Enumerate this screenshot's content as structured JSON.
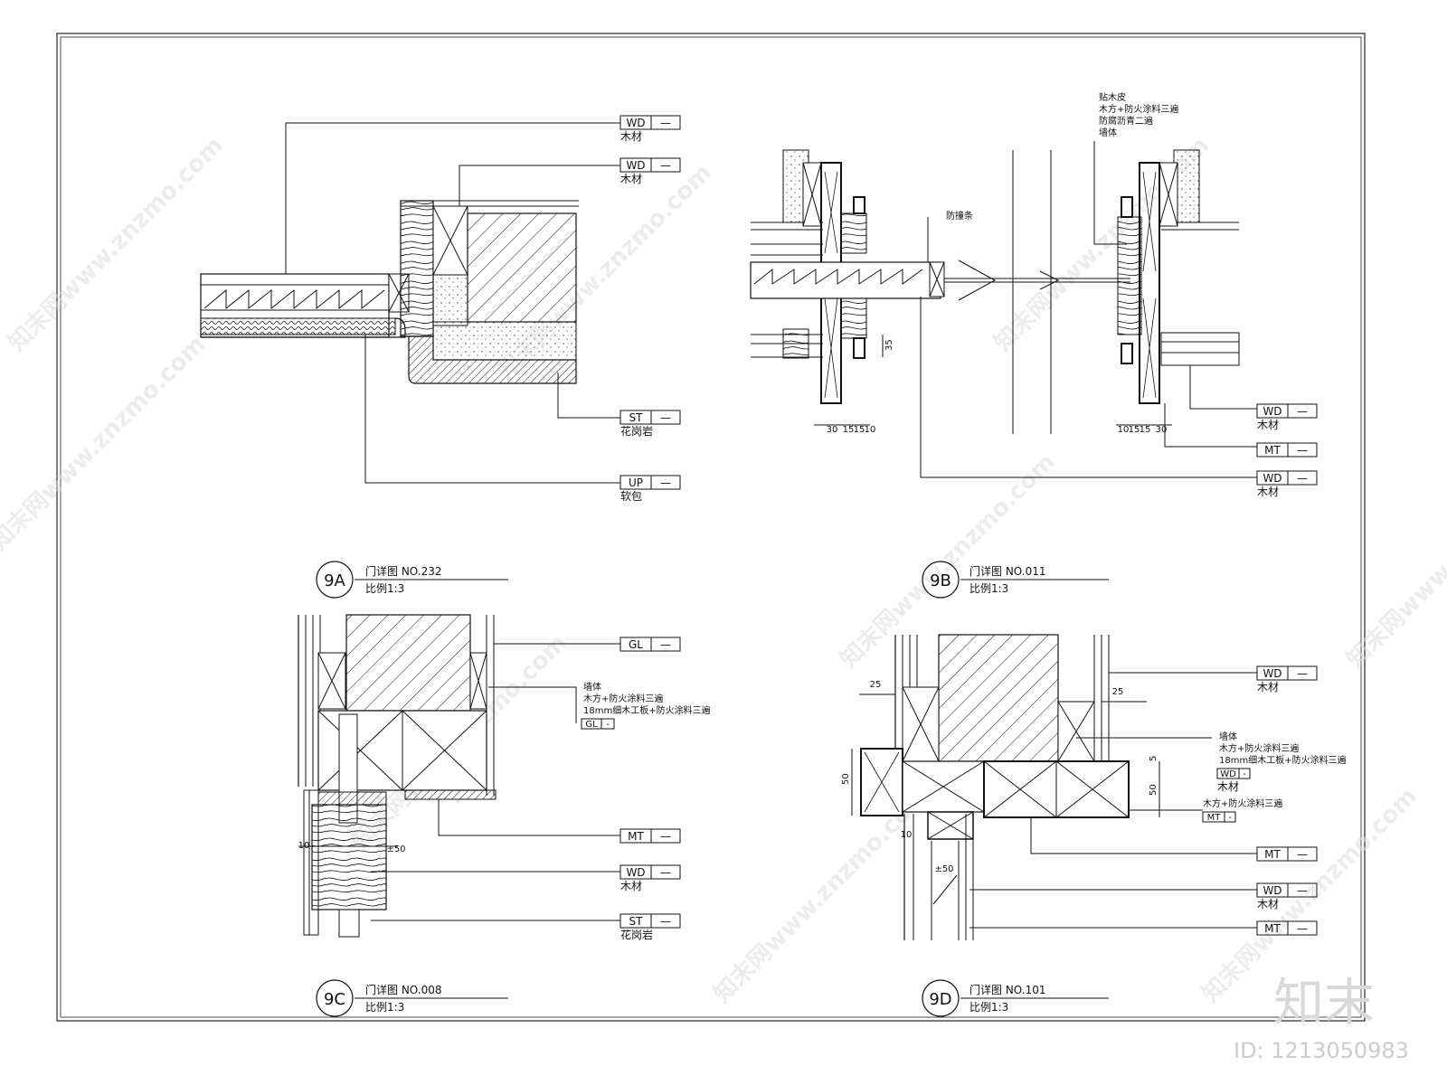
{
  "tags": {
    "a1": {
      "code": "WD",
      "suffix": "—",
      "label": "木材"
    },
    "a2": {
      "code": "WD",
      "suffix": "—",
      "label": "木材"
    },
    "a3": {
      "code": "ST",
      "suffix": "—",
      "label": "花岗岩"
    },
    "a4": {
      "code": "UP",
      "suffix": "—",
      "label": "软包"
    },
    "b1": {
      "code": "WD",
      "suffix": "—",
      "label": "木材"
    },
    "b2": {
      "code": "MT",
      "suffix": "—",
      "label": ""
    },
    "b3": {
      "code": "WD",
      "suffix": "—",
      "label": "木材"
    },
    "c1": {
      "code": "GL",
      "suffix": "—",
      "label": ""
    },
    "c2": {
      "code": "MT",
      "suffix": "—",
      "label": ""
    },
    "c3": {
      "code": "WD",
      "suffix": "—",
      "label": "木材"
    },
    "c4": {
      "code": "ST",
      "suffix": "—",
      "label": "花岗岩"
    },
    "d1": {
      "code": "WD",
      "suffix": "—",
      "label": "木材"
    },
    "d2": {
      "code": "MT",
      "suffix": "—",
      "label": ""
    },
    "d3": {
      "code": "WD",
      "suffix": "—",
      "label": "木材"
    },
    "d4": {
      "code": "MT",
      "suffix": "—",
      "label": ""
    }
  },
  "notes": {
    "b_wall": [
      "贴木皮",
      "木方+防火涂料三遍",
      "防腐沥青二遍",
      "墙体"
    ],
    "b_strip": "防撞条",
    "c_wall": [
      "墙体",
      "木方+防火涂料三遍",
      "18mm细木工板+防火涂料三遍"
    ],
    "c_gl": {
      "code": "GL",
      "suffix": "-"
    },
    "d_wall": [
      "墙体",
      "木方+防火涂料三遍",
      "18mm细木工板+防火涂料三遍"
    ],
    "d_wd": {
      "code": "WD",
      "suffix": "-",
      "label": "木材"
    },
    "d_mt_note": "木方+防火涂料三遍",
    "d_mt": {
      "code": "MT",
      "suffix": "-"
    }
  },
  "dims": {
    "b_left": [
      "30",
      "15",
      "15",
      "10"
    ],
    "b_right": [
      "10",
      "15",
      "15",
      "30"
    ],
    "b_35": "35",
    "c_10": "10",
    "c_pm50": "±50",
    "d_25a": "25",
    "d_25b": "25",
    "d_50a": "50",
    "d_50b": "50",
    "d_5": "5",
    "d_10": "10",
    "d_pm50": "±50"
  },
  "details": [
    {
      "id": "9A",
      "title": "门详图 NO.232",
      "scale": "比例1:3"
    },
    {
      "id": "9B",
      "title": "门详图 NO.011",
      "scale": "比例1:3"
    },
    {
      "id": "9C",
      "title": "门详图 NO.008",
      "scale": "比例1:3"
    },
    {
      "id": "9D",
      "title": "门详图 NO.101",
      "scale": "比例1:3"
    }
  ],
  "watermark": "知末网www.znzmo.com",
  "logo": "知末",
  "image_id": "ID: 1213050983"
}
